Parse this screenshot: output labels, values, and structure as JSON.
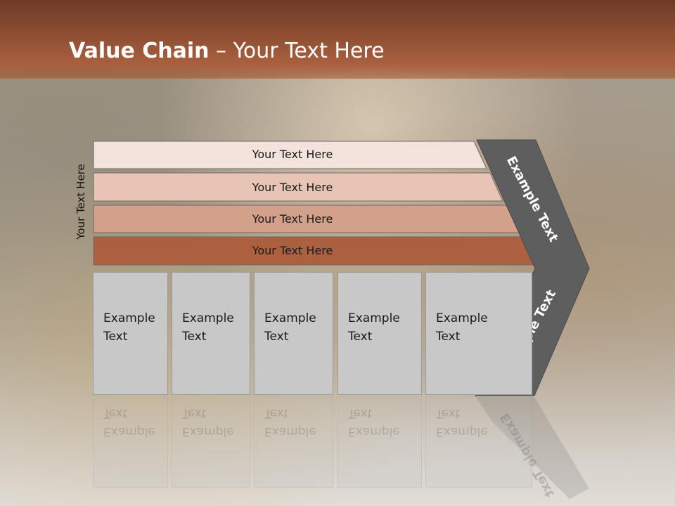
{
  "slide": {
    "title_bold": "Value Chain",
    "title_rest": " – Your Text Here",
    "side_label": "Your Text Here"
  },
  "bars": [
    {
      "label": "Your Text Here",
      "color": "#f3e3dc"
    },
    {
      "label": "Your Text Here",
      "color": "#e8c4b5"
    },
    {
      "label": "Your Text Here",
      "color": "#d3a08a"
    },
    {
      "label": "Your Text Here",
      "color": "#ad6040"
    }
  ],
  "chevron": {
    "top_label": "Example Text",
    "bottom_label": "Example Text",
    "color": "#5e5e5e"
  },
  "boxes": [
    {
      "line1": "Example",
      "line2": "Text"
    },
    {
      "line1": "Example",
      "line2": "Text"
    },
    {
      "line1": "Example",
      "line2": "Text"
    },
    {
      "line1": "Example",
      "line2": "Text"
    },
    {
      "line1": "Example",
      "line2": "Text"
    }
  ],
  "colors": {
    "title_bar": "#8f4f33",
    "box_fill": "#c8c8c8"
  }
}
